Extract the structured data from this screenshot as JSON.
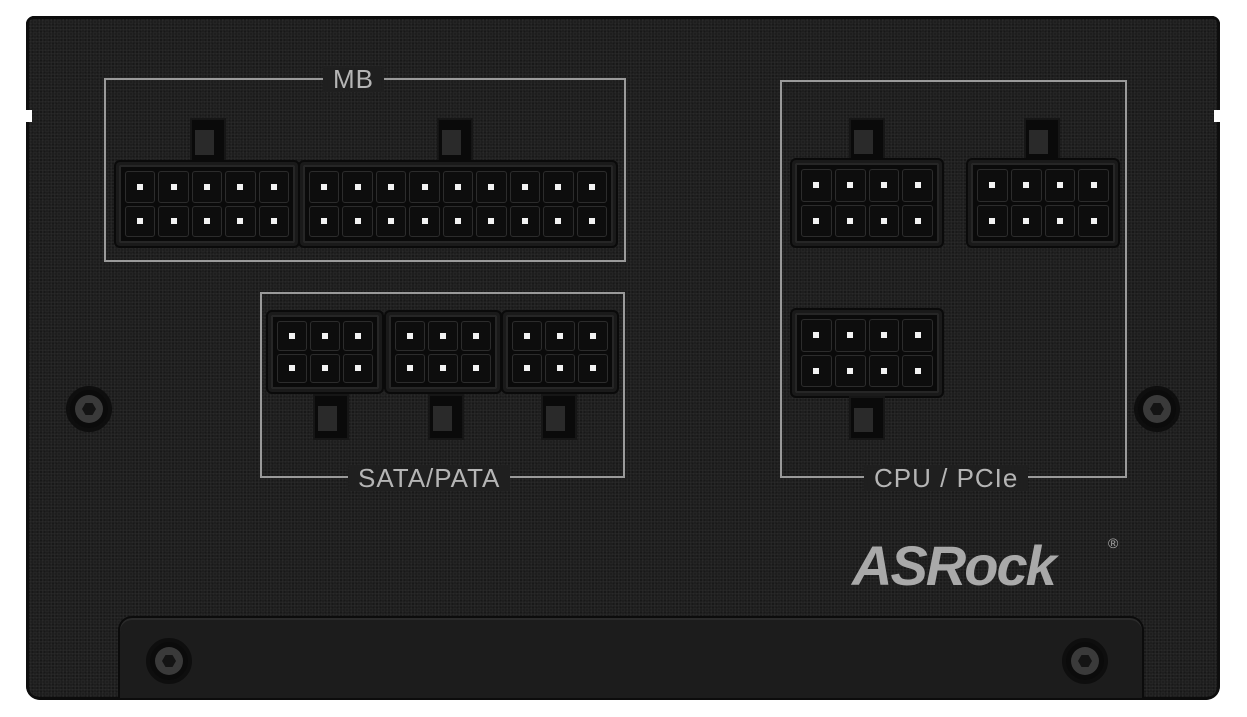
{
  "image": {
    "subject": "Modular power supply connector back panel",
    "background_color": "#ffffff",
    "panel_color": "#1e1e1e",
    "label_color": "#9a9a9a"
  },
  "groups": {
    "mb": {
      "label": "MB",
      "connectors": [
        {
          "name": "mb-10pin",
          "rows": 2,
          "cols": 5
        },
        {
          "name": "mb-18pin",
          "rows": 2,
          "cols": 9
        }
      ]
    },
    "sata_pata": {
      "label": "SATA/PATA",
      "connectors": [
        {
          "name": "sata-1",
          "rows": 2,
          "cols": 3
        },
        {
          "name": "sata-2",
          "rows": 2,
          "cols": 3
        },
        {
          "name": "sata-3",
          "rows": 2,
          "cols": 3
        }
      ]
    },
    "cpu_pcie": {
      "label": "CPU / PCIe",
      "connectors": [
        {
          "name": "cpu-pcie-1",
          "rows": 2,
          "cols": 4
        },
        {
          "name": "cpu-pcie-2",
          "rows": 2,
          "cols": 4
        },
        {
          "name": "cpu-pcie-3",
          "rows": 2,
          "cols": 4
        }
      ]
    }
  },
  "brand": {
    "logo_text": "ASRock",
    "registered_mark": "®"
  },
  "screws": 4
}
